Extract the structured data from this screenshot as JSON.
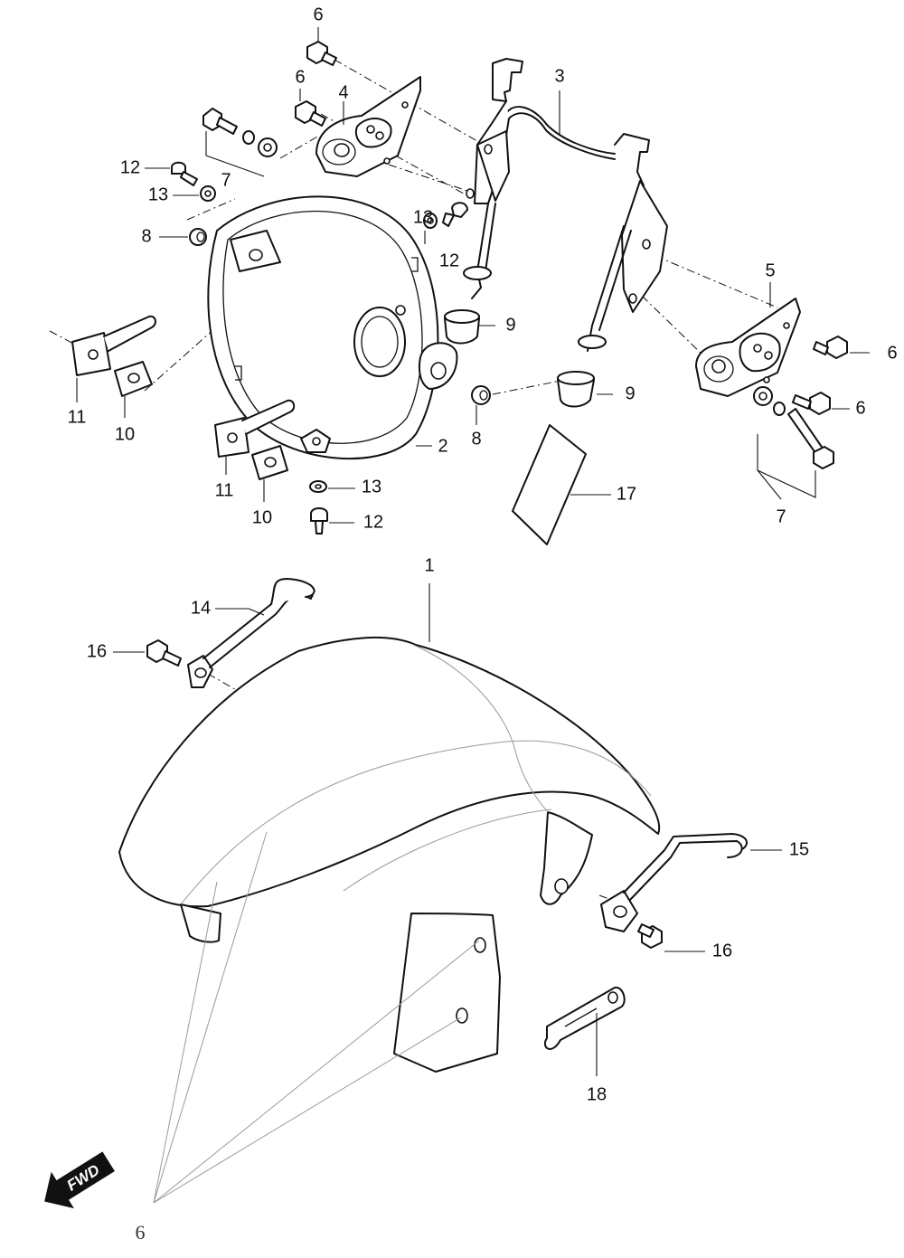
{
  "callouts": [
    "1",
    "2",
    "3",
    "4",
    "5",
    "6",
    "6",
    "6",
    "6",
    "6",
    "7",
    "7",
    "8",
    "8",
    "9",
    "9",
    "10",
    "10",
    "11",
    "11",
    "12",
    "12",
    "12",
    "13",
    "13",
    "13",
    "14",
    "15",
    "16",
    "16",
    "17",
    "18"
  ],
  "note_label": "6",
  "fwd_label": "FWD",
  "colors": {
    "line": "#111111",
    "background": "#ffffff",
    "light_line": "#9a9a9a"
  }
}
